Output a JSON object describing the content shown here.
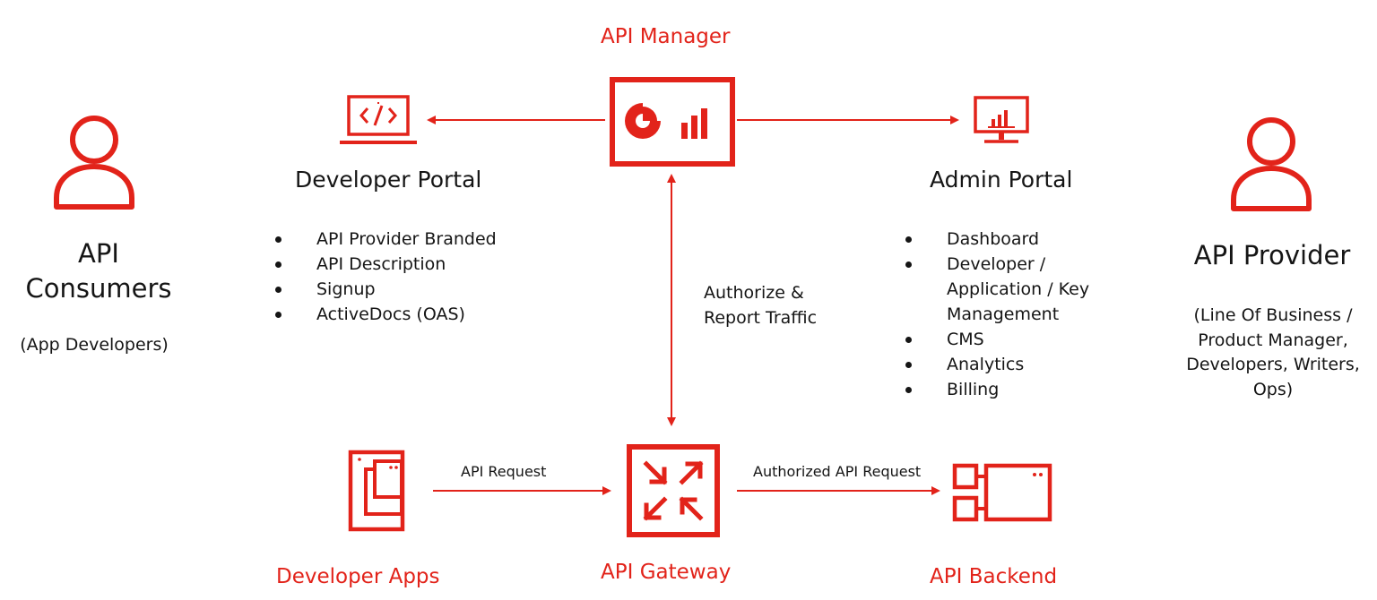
{
  "colors": {
    "accent": "#e2231a",
    "text": "#151515"
  },
  "api_manager": {
    "title": "API Manager",
    "icon": "dashboard-chart-icon"
  },
  "developer_portal": {
    "title": "Developer Portal",
    "icon": "code-laptop-icon",
    "items": [
      "API Provider Branded",
      "API Description",
      "Signup",
      "ActiveDocs (OAS)"
    ]
  },
  "admin_portal": {
    "title": "Admin Portal",
    "icon": "monitor-chart-icon",
    "items": [
      "Dashboard",
      "Developer / Application / Key Management",
      "CMS",
      "Analytics",
      "Billing"
    ]
  },
  "api_consumers": {
    "title_line1": "API",
    "title_line2": "Consumers",
    "subtitle": "(App Developers)",
    "icon": "user-icon"
  },
  "api_provider": {
    "title": "API Provider",
    "subtitle": "(Line Of Business / Product Manager, Developers, Writers, Ops)",
    "icon": "user-icon"
  },
  "center_link": {
    "label": "Authorize & Report Traffic"
  },
  "developer_apps": {
    "title": "Developer Apps",
    "icon": "apps-stack-icon"
  },
  "api_gateway": {
    "title": "API Gateway",
    "icon": "gateway-arrows-icon"
  },
  "api_backend": {
    "title": "API Backend",
    "icon": "backend-server-icon"
  },
  "edges": {
    "api_request": "API Request",
    "authorized_api_request": "Authorized API Request"
  }
}
